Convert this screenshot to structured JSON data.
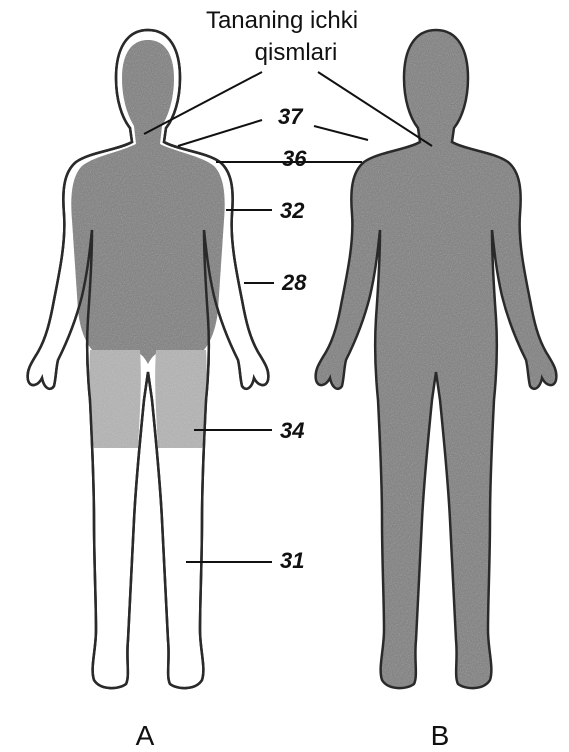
{
  "title_line1": "Tananing ichki",
  "title_line2": "qismlari",
  "temperatures": {
    "t37": "37",
    "t36": "36",
    "t32": "32",
    "t28": "28",
    "t34": "34",
    "t31": "31"
  },
  "panels": {
    "a": "A",
    "b": "B"
  },
  "colors": {
    "core_shade": "#7d7d7d",
    "mid_shade": "#b4b4b4",
    "outline": "#2a2a2a"
  }
}
